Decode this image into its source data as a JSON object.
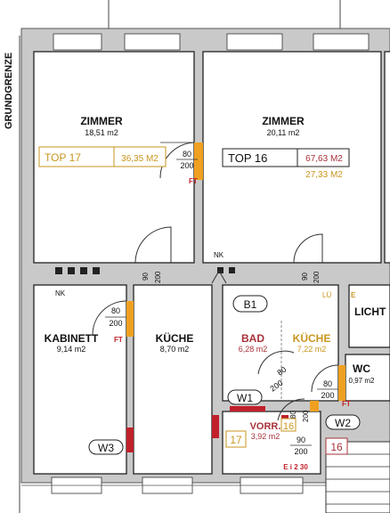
{
  "boundary_label": "GRUNDGRENZE",
  "rooms": {
    "zimmer_left": {
      "name": "ZIMMER",
      "area": "18,51 m2"
    },
    "zimmer_right": {
      "name": "ZIMMER",
      "area": "20,11 m2"
    },
    "kabinett": {
      "name": "KABINETT",
      "area": "9,14 m2"
    },
    "kueche_left": {
      "name": "KÜCHE",
      "area": "8,70 m2"
    },
    "bad": {
      "name": "BAD",
      "area": "6,28 m2"
    },
    "kueche_right": {
      "name": "KÜCHE",
      "area": "7,22 m2"
    },
    "wc": {
      "name": "WC",
      "area": "0,97 m2"
    },
    "vorr": {
      "name": "VORR.",
      "area": "3,92 m2"
    },
    "licht": {
      "name": "LICHT"
    }
  },
  "units": {
    "top17": {
      "label": "TOP 17",
      "area": "36,35 M2"
    },
    "top16": {
      "label": "TOP 16",
      "area_total": "67,63 M2",
      "area_sub": "27,33 M2"
    }
  },
  "door_marks": {
    "w80": "80",
    "h200": "200",
    "w90": "90",
    "ft": "FT",
    "nk": "NK",
    "lu": "LÜ",
    "e": "E",
    "eb": "E i 2 30"
  },
  "tags": {
    "b1": "B1",
    "w1": "W1",
    "w2": "W2",
    "w3": "W3",
    "n16": "16",
    "n17": "17",
    "vorr16": "16"
  },
  "colors": {
    "gold": "#c8961e",
    "red": "#a8323a",
    "orange": "#f0a020",
    "wall_gray": "#c9c9c9",
    "door_red": "#c0202a"
  }
}
